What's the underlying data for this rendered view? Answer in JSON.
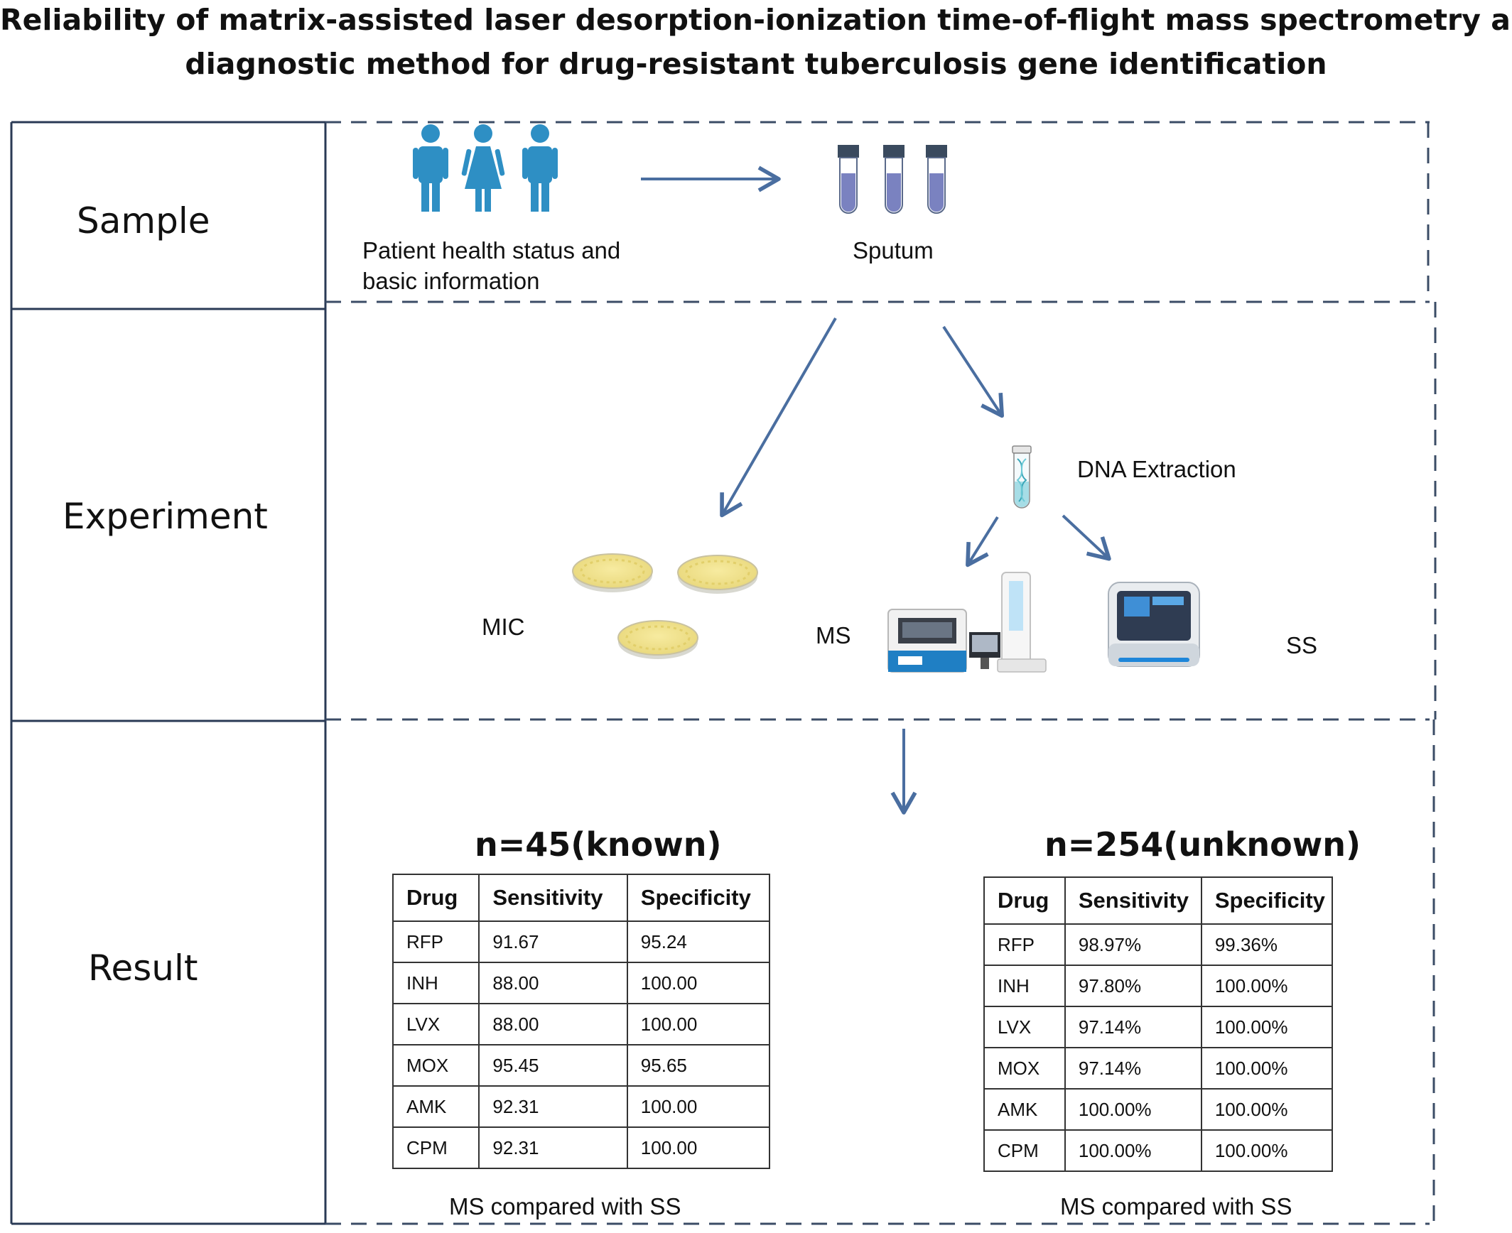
{
  "title": {
    "line1": "Reliability of matrix-assisted  laser desorption-ionization  time-of-flight mass spectrometry as a",
    "line2": "diagnostic  method for drug-resistant  tuberculosis  gene identification"
  },
  "rows": {
    "sample": "Sample",
    "experiment": "Experiment",
    "result": "Result"
  },
  "sample": {
    "patient_line1": "Patient health status and",
    "patient_line2": "basic information",
    "sputum": "Sputum"
  },
  "experiment": {
    "dna": "DNA Extraction",
    "mic": "MIC",
    "ms": "MS",
    "ss": "SS"
  },
  "known": {
    "title": "n=45(known)",
    "headers": [
      "Drug",
      "Sensitivity",
      "Specificity"
    ],
    "rows": [
      [
        "RFP",
        "91.67",
        "95.24"
      ],
      [
        "INH",
        "88.00",
        "100.00"
      ],
      [
        "LVX",
        "88.00",
        "100.00"
      ],
      [
        "MOX",
        "95.45",
        "95.65"
      ],
      [
        "AMK",
        "92.31",
        "100.00"
      ],
      [
        "CPM",
        "92.31",
        "100.00"
      ]
    ],
    "caption": "MS compared with SS"
  },
  "unknown": {
    "title": "n=254(unknown)",
    "headers": [
      "Drug",
      "Sensitivity",
      "Specificity"
    ],
    "rows": [
      [
        "RFP",
        "98.97%",
        "99.36%"
      ],
      [
        "INH",
        "97.80%",
        "100.00%"
      ],
      [
        "LVX",
        "97.14%",
        "100.00%"
      ],
      [
        "MOX",
        "97.14%",
        "100.00%"
      ],
      [
        "AMK",
        "100.00%",
        "100.00%"
      ],
      [
        "CPM",
        "100.00%",
        "100.00%"
      ]
    ],
    "caption": "MS compared with SS"
  },
  "colors": {
    "arrow": "#4a6ea0",
    "person": "#2e8fc4",
    "tube": "#7a82c0",
    "border": "#2a3a55",
    "dash": "#3b4c66"
  }
}
